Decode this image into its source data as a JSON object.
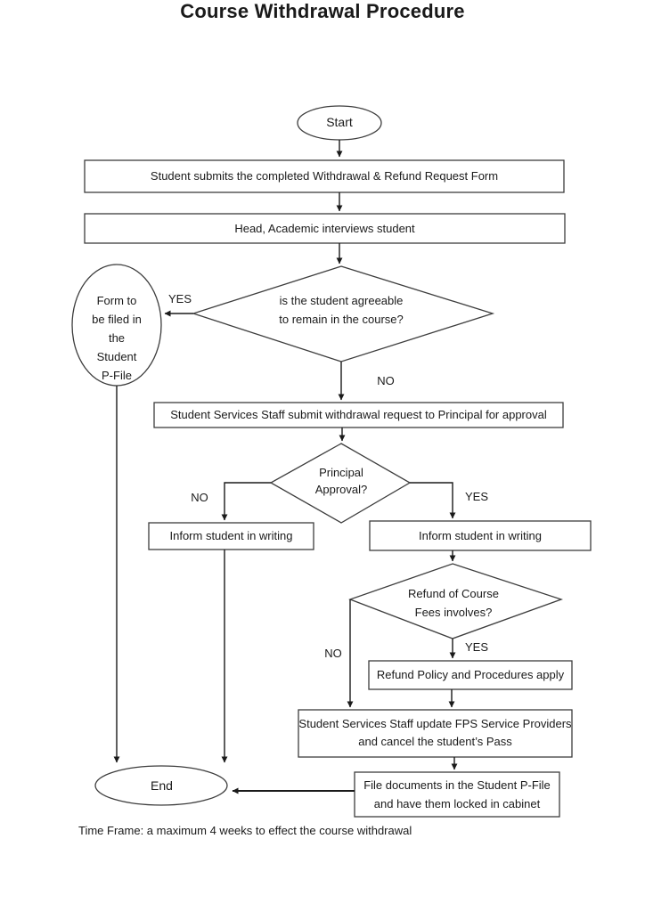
{
  "title": "Course Withdrawal Procedure",
  "footer": "Time Frame: a maximum 4 weeks to effect the course withdrawal",
  "colors": {
    "ink": "#1a1a1a",
    "box_border": "#3d3d3d",
    "fill": "#ffffff"
  },
  "nodes": {
    "start": {
      "type": "terminator",
      "label": "Start"
    },
    "submit_form": {
      "type": "process",
      "label": "Student submits the completed Withdrawal & Refund Request Form"
    },
    "interview": {
      "type": "process",
      "label": "Head, Academic interviews student"
    },
    "agreeable": {
      "type": "decision",
      "lines": [
        "is the student agreeable",
        "to remain in the course?"
      ]
    },
    "form_filed": {
      "type": "terminator",
      "lines": [
        "Form to",
        "be filed in",
        "the",
        "Student",
        "P-File"
      ]
    },
    "submit_request": {
      "type": "process",
      "label": "Student Services Staff submit withdrawal request to Principal for approval"
    },
    "principal": {
      "type": "decision",
      "lines": [
        "Principal",
        "Approval?"
      ]
    },
    "inform_left": {
      "type": "process",
      "label": "Inform student in writing"
    },
    "inform_right": {
      "type": "process",
      "label": "Inform student in writing"
    },
    "refund": {
      "type": "decision",
      "lines": [
        "Refund of Course",
        "Fees involves?"
      ]
    },
    "refund_policy": {
      "type": "process",
      "label": "Refund Policy and Procedures apply"
    },
    "update_fps": {
      "type": "process",
      "lines": [
        "Student Services Staff update FPS Service Providers",
        "and cancel the student’s Pass"
      ]
    },
    "file_docs": {
      "type": "process",
      "lines": [
        "File documents in the Student P-File",
        "and have them locked in cabinet"
      ]
    },
    "end": {
      "type": "terminator",
      "label": "End"
    }
  },
  "edge_labels": {
    "agreeable_yes": "YES",
    "agreeable_no": "NO",
    "principal_no": "NO",
    "principal_yes": "YES",
    "refund_no": "NO",
    "refund_yes": "YES"
  }
}
